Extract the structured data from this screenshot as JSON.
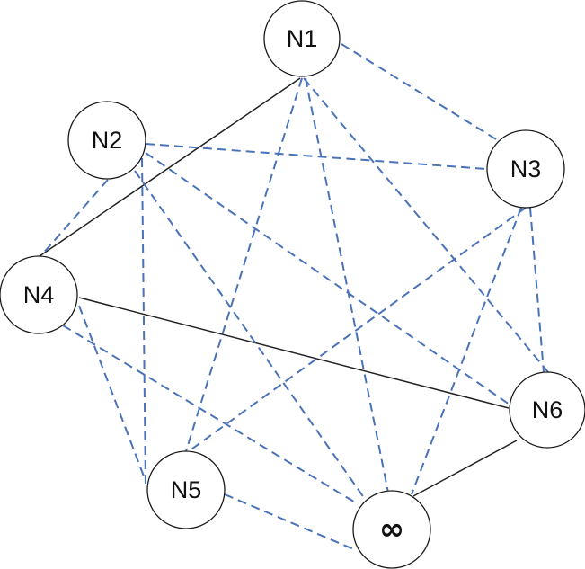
{
  "nodes": [
    {
      "id": "N1",
      "label": "N1"
    },
    {
      "id": "N2",
      "label": "N2"
    },
    {
      "id": "N3",
      "label": "N3"
    },
    {
      "id": "N4",
      "label": "N4"
    },
    {
      "id": "N5",
      "label": "N5"
    },
    {
      "id": "N6",
      "label": "N6"
    },
    {
      "id": "INF",
      "label": "∞"
    }
  ],
  "edges": [
    {
      "from": "N1",
      "to": "N4",
      "style": "solid"
    },
    {
      "from": "N4",
      "to": "N6",
      "style": "solid"
    },
    {
      "from": "N6",
      "to": "INF",
      "style": "solid"
    },
    {
      "from": "N1",
      "to": "N3",
      "style": "dashed"
    },
    {
      "from": "N1",
      "to": "N5",
      "style": "dashed"
    },
    {
      "from": "N1",
      "to": "N6",
      "style": "dashed"
    },
    {
      "from": "N1",
      "to": "INF",
      "style": "dashed"
    },
    {
      "from": "N2",
      "to": "N3",
      "style": "dashed"
    },
    {
      "from": "N2",
      "to": "N4",
      "style": "dashed"
    },
    {
      "from": "N2",
      "to": "N5",
      "style": "dashed"
    },
    {
      "from": "N2",
      "to": "N6",
      "style": "dashed"
    },
    {
      "from": "N2",
      "to": "INF",
      "style": "dashed"
    },
    {
      "from": "N3",
      "to": "N5",
      "style": "dashed"
    },
    {
      "from": "N3",
      "to": "N6",
      "style": "dashed"
    },
    {
      "from": "N3",
      "to": "INF",
      "style": "dashed"
    },
    {
      "from": "N4",
      "to": "N5",
      "style": "dashed"
    },
    {
      "from": "N4",
      "to": "INF",
      "style": "dashed"
    },
    {
      "from": "N5",
      "to": "INF",
      "style": "dashed"
    }
  ],
  "colors": {
    "solid_edge": "#222222",
    "dashed_edge": "#4a72b8",
    "node_stroke": "#1a1a1a",
    "node_fill": "#ffffff"
  }
}
